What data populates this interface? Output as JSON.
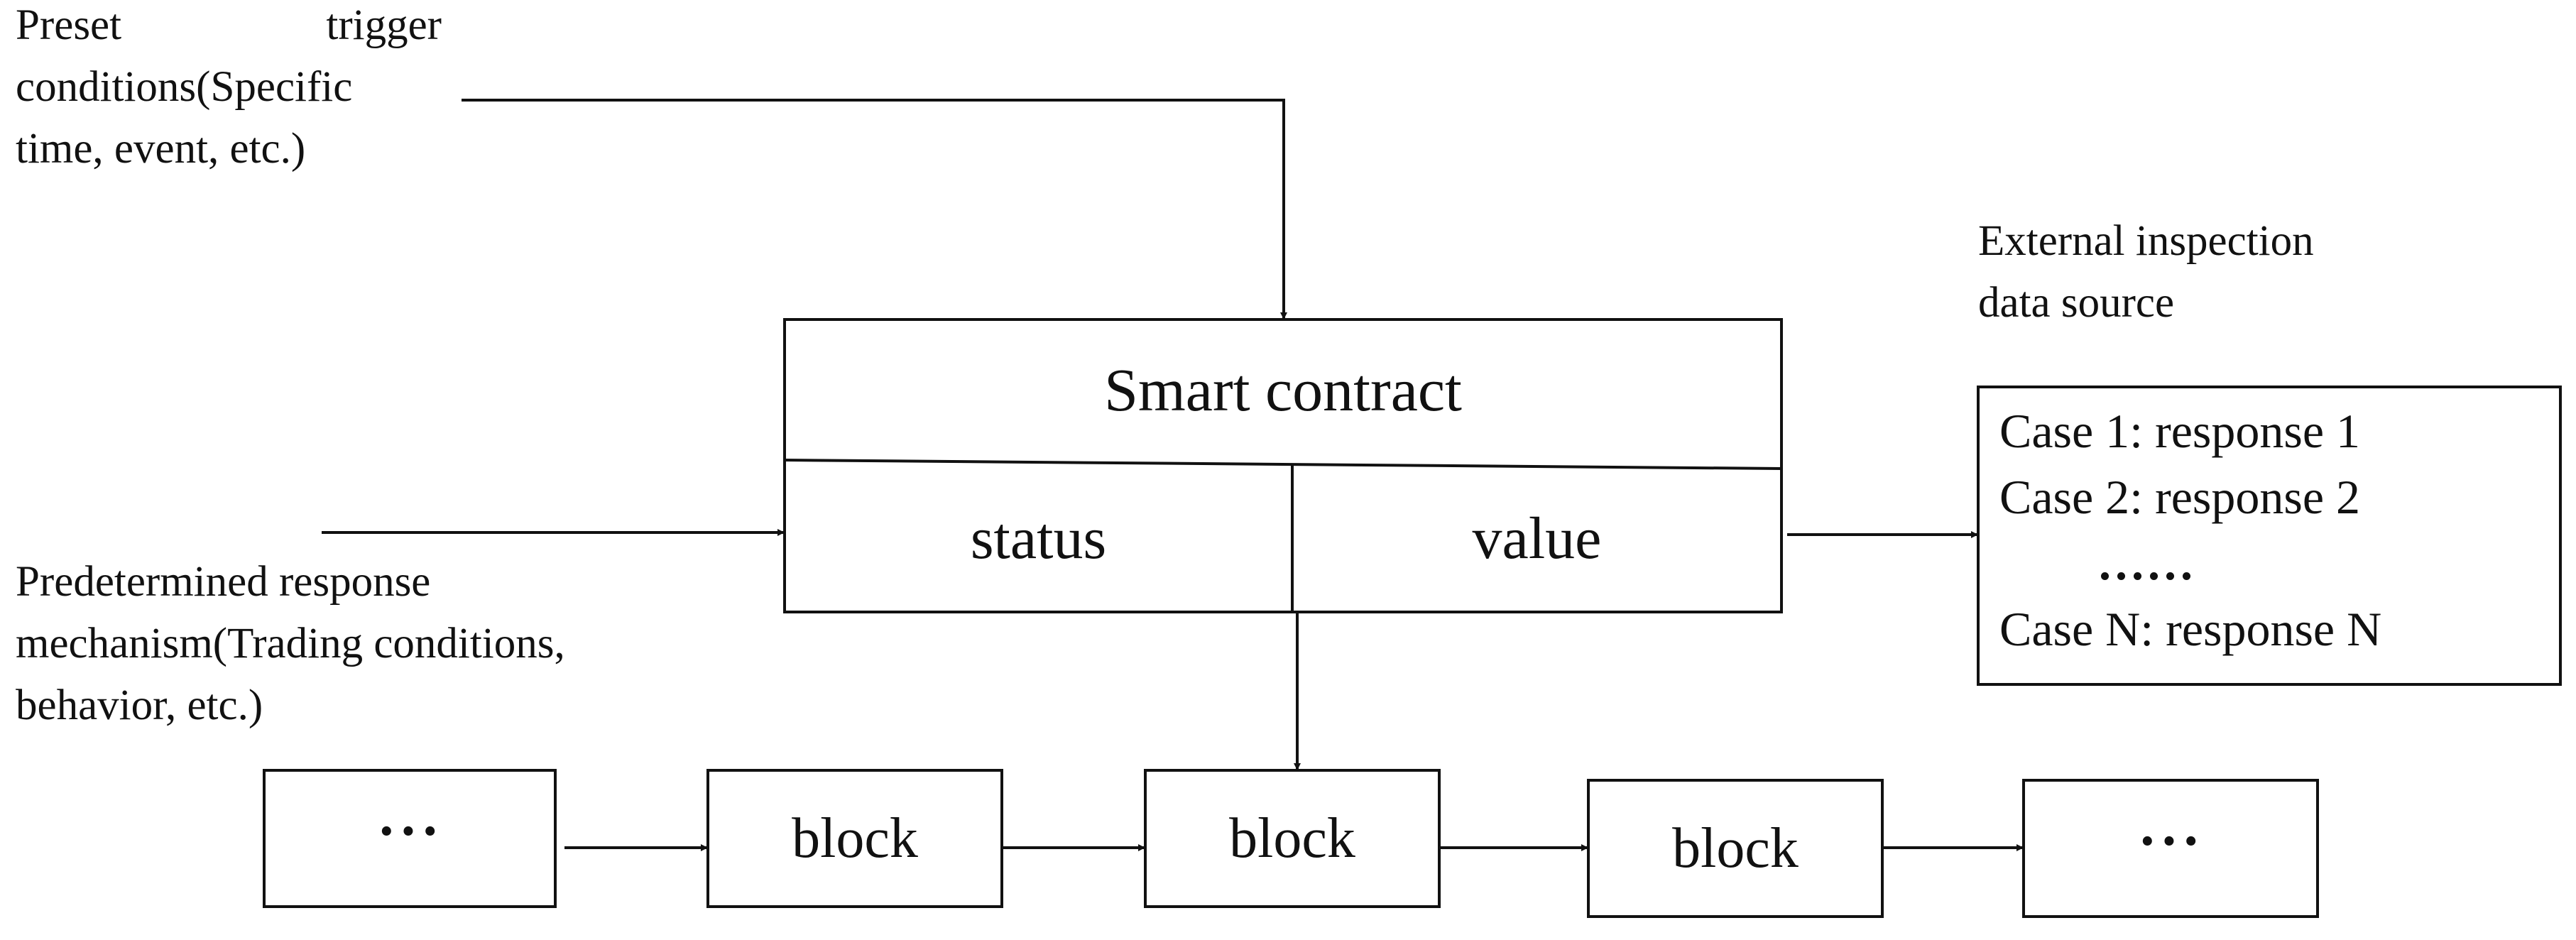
{
  "trigger_note": {
    "line1_left": "Preset",
    "line1_right": "trigger",
    "line2": "conditions(Specific",
    "line3": "time, event,  etc.)"
  },
  "response_note": {
    "line1": "Predetermined response",
    "line2": "mechanism(Trading conditions,",
    "line3": "behavior, etc.)"
  },
  "external_source": {
    "title_line1": "External inspection",
    "title_line2": "data source",
    "cases": [
      "Case 1: response 1",
      "Case 2: response 2",
      "......",
      "Case N: response N"
    ]
  },
  "contract": {
    "title": "Smart contract",
    "status_label": "status",
    "value_label": "value"
  },
  "chain": {
    "items": [
      "···",
      "block",
      "block",
      "block",
      "···"
    ]
  },
  "colors": {
    "stroke": "#111111",
    "background": "#ffffff"
  }
}
